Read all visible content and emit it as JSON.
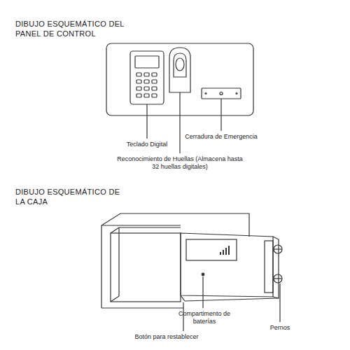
{
  "diagram": {
    "labels": [
      "DIBUJO ESQUEMÁTICO DEL PANEL DE CONTROL",
      "Teclado Digital",
      "Cerradura de Emergencia",
      "Reconocimiento de Huellas (Almacena hasta 32 huellas digitales)",
      "DIBUJO ESQUEMÁTICO DE LA CAJA",
      "Compartimento de baterías",
      "Pernos",
      "Botón para restablecer"
    ]
  }
}
